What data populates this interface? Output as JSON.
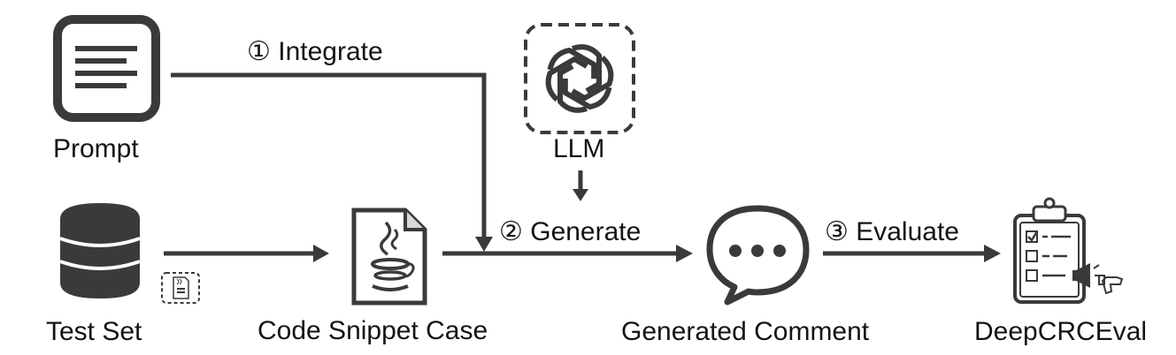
{
  "nodes": {
    "prompt": "Prompt",
    "test_set": "Test Set",
    "code_snippet": "Code Snippet Case",
    "llm": "LLM",
    "generated_comment": "Generated Comment",
    "evaluator": "DeepCRCEval"
  },
  "steps": {
    "integrate": "① Integrate",
    "generate": "② Generate",
    "evaluate": "③ Evaluate"
  },
  "icons": {
    "prompt": "document-lines-icon",
    "test_set": "database-icon",
    "test_set_sample": "java-file-small-icon",
    "code_snippet": "java-file-icon",
    "llm": "openai-logo-icon",
    "generated_comment": "speech-bubble-icon",
    "evaluator": "clipboard-checklist-icon"
  },
  "colors": {
    "stroke": "#3a3a3a",
    "fill": "#3a3a3a",
    "text": "#141414"
  }
}
